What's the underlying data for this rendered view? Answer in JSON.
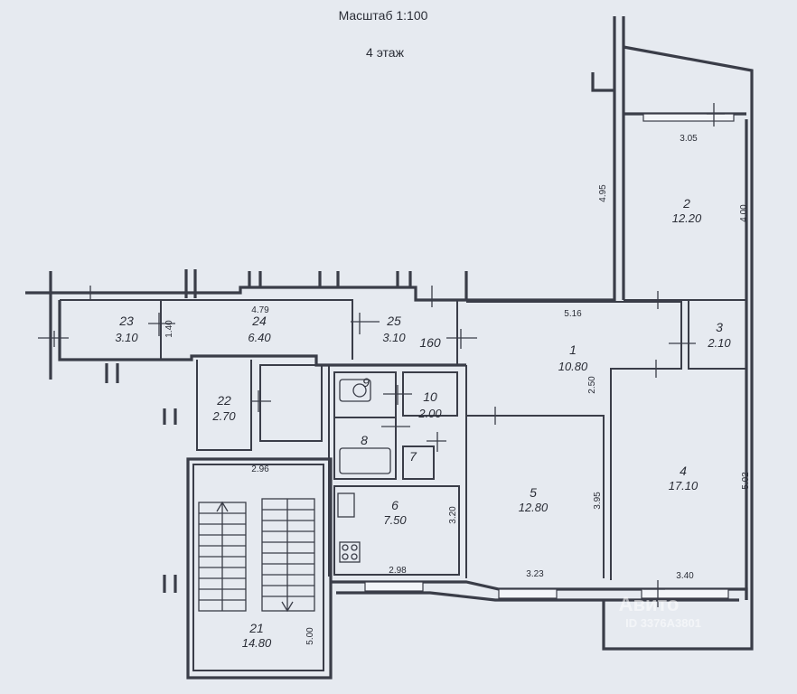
{
  "header": {
    "scale": "Масштаб 1:100",
    "floor": "4 этаж"
  },
  "rooms": [
    {
      "num": "1",
      "area": "10.80"
    },
    {
      "num": "2",
      "area": "12.20"
    },
    {
      "num": "3",
      "area": "2.10"
    },
    {
      "num": "4",
      "area": "17.10"
    },
    {
      "num": "5",
      "area": "12.80"
    },
    {
      "num": "6",
      "area": "7.50"
    },
    {
      "num": "7",
      "area": ""
    },
    {
      "num": "8",
      "area": ""
    },
    {
      "num": "9",
      "area": ""
    },
    {
      "num": "10",
      "area": "2.00"
    },
    {
      "num": "21",
      "area": "14.80"
    },
    {
      "num": "22",
      "area": "2.70"
    },
    {
      "num": "23",
      "area": "3.10"
    },
    {
      "num": "24",
      "area": "6.40"
    },
    {
      "num": "25",
      "area": "3.10"
    }
  ],
  "dimensions": [
    "3.05",
    "4.95",
    "4.00",
    "5.16",
    "4.79",
    "1.40",
    "160",
    "2.50",
    "3.95",
    "5.02",
    "3.20",
    "2.96",
    "2.98",
    "3.23",
    "3.40",
    "5.00"
  ],
  "watermark": {
    "brand": "Авито",
    "id": "ID 3376A3801"
  },
  "colors": {
    "paper": "#e6eaf0",
    "ink": "#3a3d48"
  }
}
